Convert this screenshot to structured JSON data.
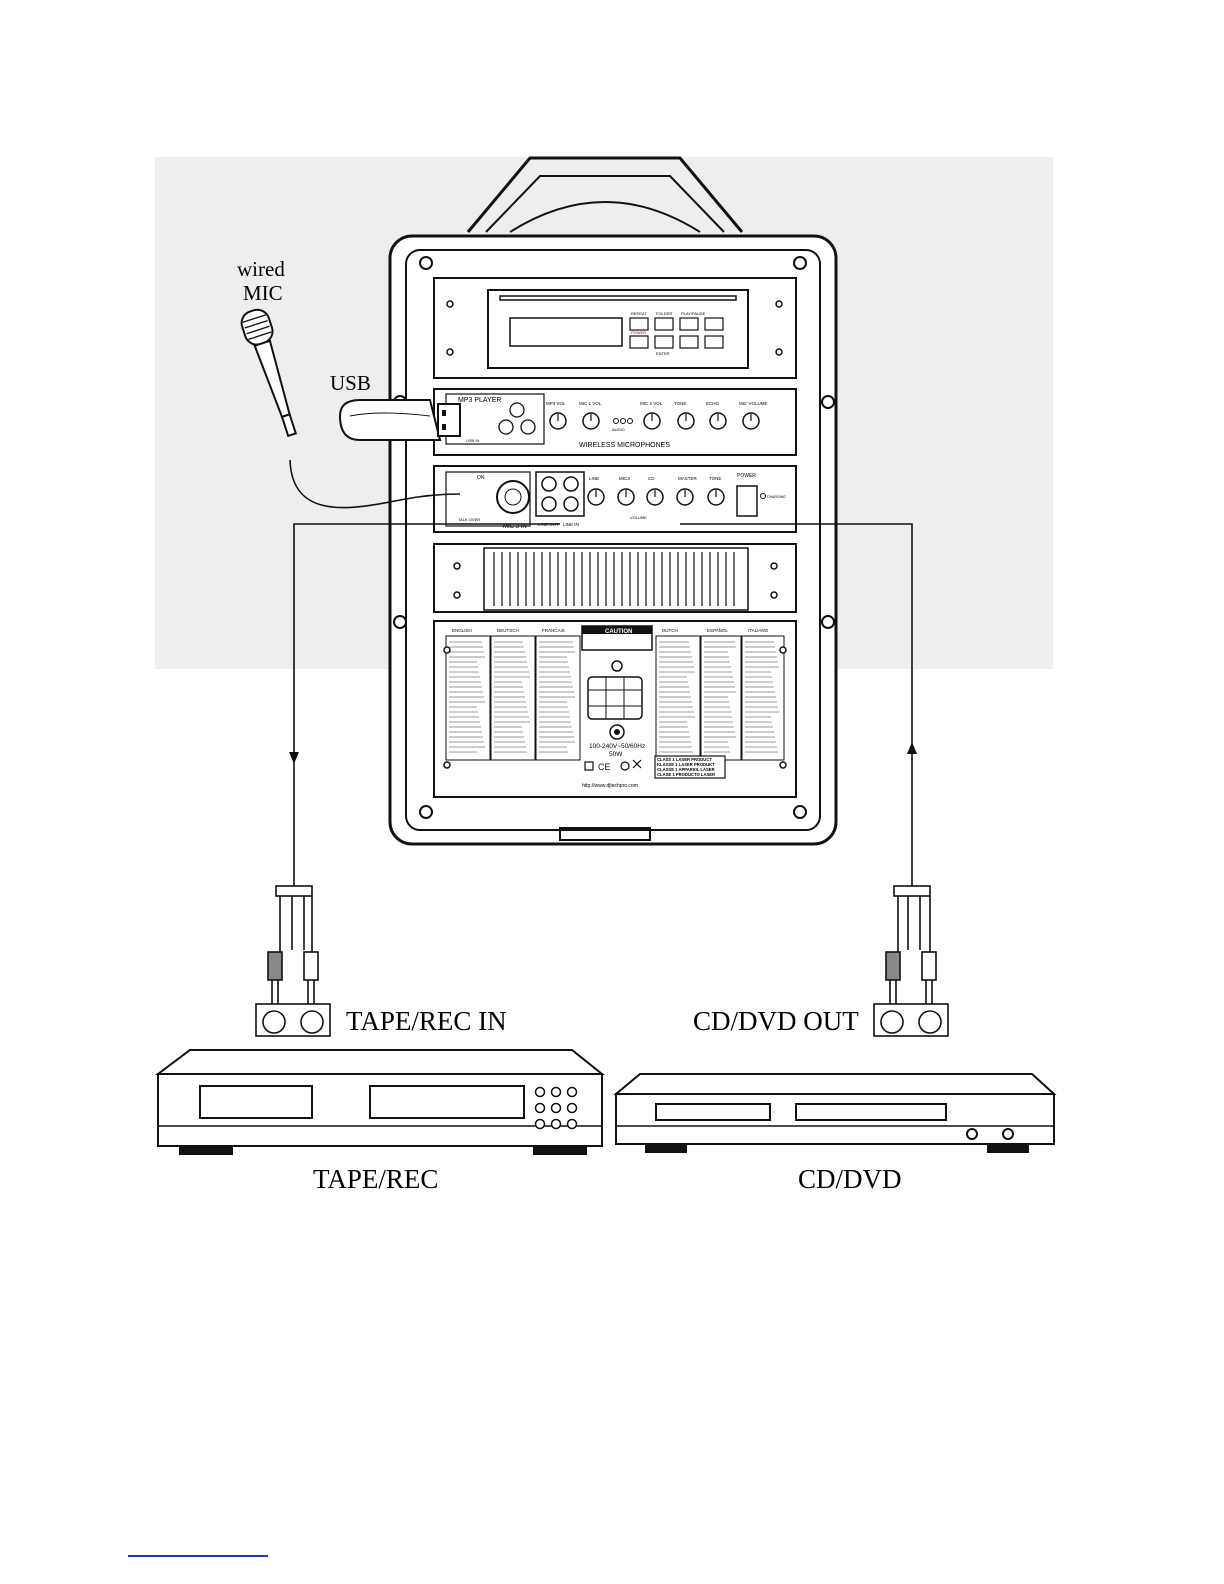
{
  "labels": {
    "wired_mic": [
      "wired",
      "MIC"
    ],
    "usb": "USB",
    "tape_rec_in": "TAPE/REC IN",
    "cd_dvd_out": "CD/DVD OUT",
    "tape_rec": "TAPE/REC",
    "cd_dvd": "CD/DVD"
  },
  "cd_panel": {
    "buttons": [
      "REPEAT",
      "FOLDER",
      "PLAY/PAUSE",
      "POWER",
      "ENTER"
    ]
  },
  "mp3_panel": {
    "title": "MP3 PLAYER",
    "usb_in": "USB IN",
    "knobs": [
      "MP3 VOL",
      "MIC 1 VOL",
      "MIC 2 VOL",
      "TONE",
      "ECHO",
      "MIC VOLUME"
    ],
    "indicators": [
      "AUDIO"
    ],
    "footer": "WIRELESS MICROPHONES"
  },
  "mixer_panel": {
    "knobs": [
      "LINE",
      "MIC3",
      "CD",
      "MASTER",
      "TONE"
    ],
    "labels": [
      "ON",
      "TALK OVER",
      "MIC 3 IN",
      "LINE OUT",
      "LINE IN",
      "VOLUME",
      "POWER",
      "CHARGING"
    ]
  },
  "info_panel": {
    "languages": [
      "ENGLISH",
      "DEUTSCH",
      "FRANCAIS",
      "DUTCH",
      "ESPAÑOL",
      "ITALIANO"
    ],
    "caution": "CAUTION",
    "power_rating": [
      "100-240V~50/60Hz",
      "50W"
    ],
    "laser": [
      "CLASS 1 LASER PRODUCT",
      "KLASSE 1 LASER PRODUKT",
      "CLASSE 1 APPAREIL LASER",
      "CLASE 1 PRODUCTO LASER"
    ],
    "url": "http://www.djtechpro.com"
  },
  "colors": {
    "line": "#111111",
    "background_panel": "#ececec",
    "footer_rule": "#1f3fa8"
  }
}
